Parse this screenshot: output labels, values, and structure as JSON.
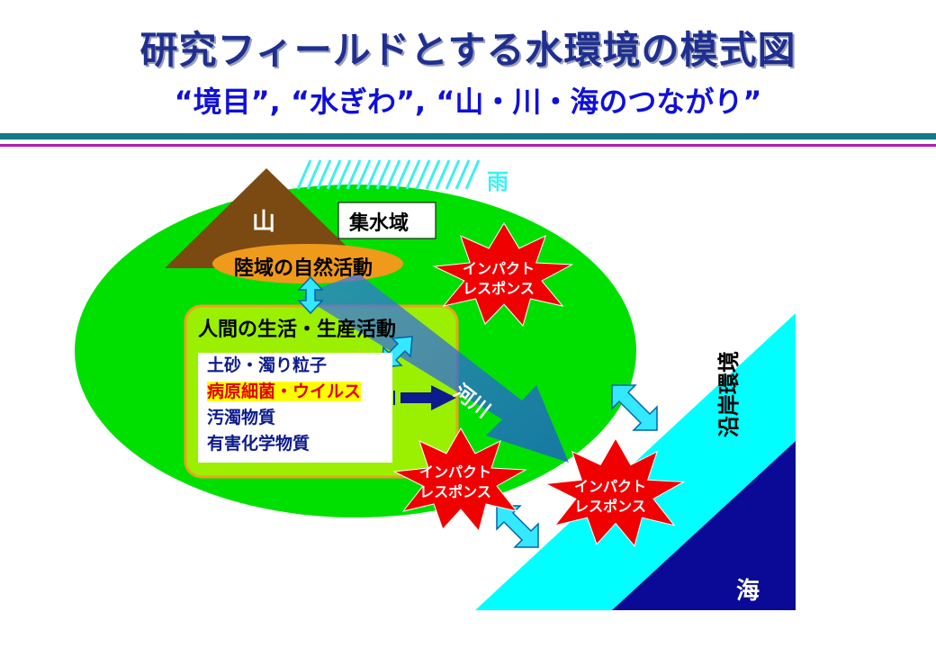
{
  "header": {
    "title": "研究フィールドとする水環境の模式図",
    "subtitle": "“境目”, “水ぎわ”, “山・川・海のつながり”"
  },
  "diagram": {
    "rain_label": "雨",
    "mountain_label": "山",
    "catchment_label": "集水域",
    "natural_activity_label": "陸域の自然活動",
    "human_activity_label": "人間の生活・生産活動",
    "activities": [
      "土砂・濁り粒子",
      "病原細菌・ウイルス",
      "汚濁物質",
      "有害化学物質"
    ],
    "highlighted_activity_index": 1,
    "river_label": "河川",
    "coast_label": "沿岸環境",
    "sea_label": "海",
    "impact_label_line1": "インパクト",
    "impact_label_line2": "レスポンス"
  },
  "colors": {
    "title": "#1f2f8f",
    "subtitle": "#1010d8",
    "catchment_green": "#00e000",
    "human_box": "#9af000",
    "mountain": "#7a4a12",
    "natural_oval": "#f09a1c",
    "river_blue": "#1e5ae6",
    "coast_cyan": "#00ffff",
    "sea_navy": "#0a0a96",
    "impact_red": "#f00000",
    "rain_cyan": "#3ff0f0"
  }
}
